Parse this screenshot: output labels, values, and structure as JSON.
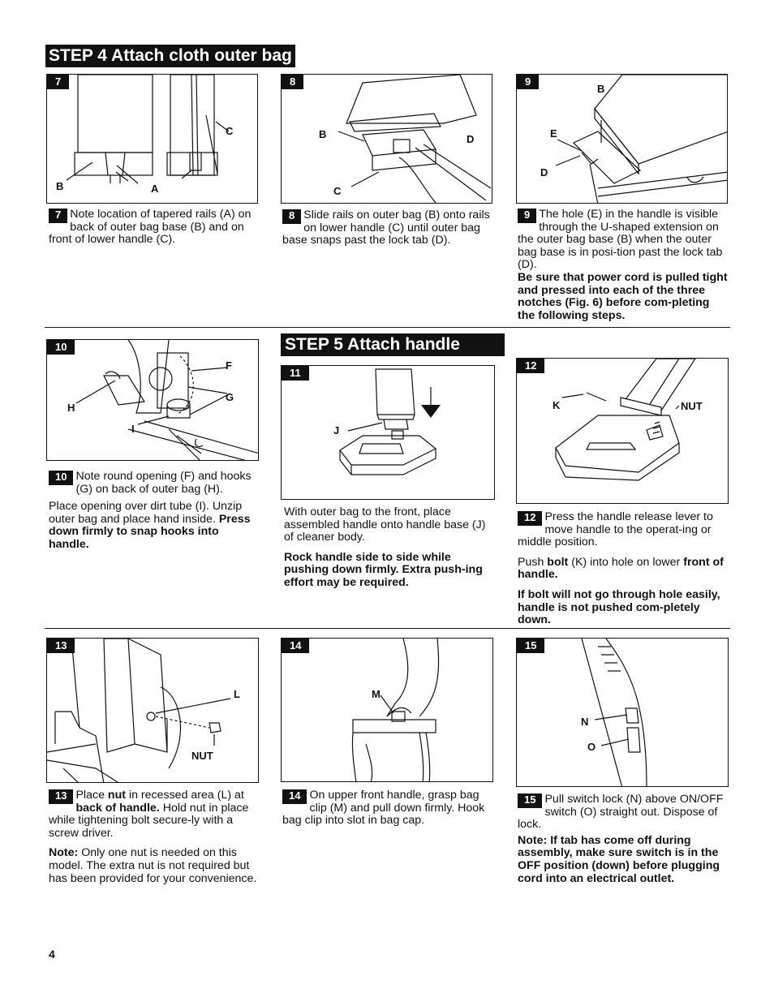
{
  "headings": {
    "step4": "STEP 4 Attach cloth outer bag",
    "step5": "STEP 5 Attach handle"
  },
  "figures": {
    "f7": {
      "num": "7",
      "labels": [
        "C",
        "B",
        "A"
      ]
    },
    "f8": {
      "num": "8",
      "labels": [
        "B",
        "D",
        "C"
      ]
    },
    "f9": {
      "num": "9",
      "labels": [
        "B",
        "E",
        "D"
      ]
    },
    "f10": {
      "num": "10",
      "labels": [
        "F",
        "G",
        "H",
        "I"
      ]
    },
    "f11": {
      "num": "11",
      "labels": [
        "J"
      ]
    },
    "f12": {
      "num": "12",
      "labels": [
        "K",
        "NUT"
      ]
    },
    "f13": {
      "num": "13",
      "labels": [
        "L",
        "NUT"
      ]
    },
    "f14": {
      "num": "14",
      "labels": [
        "M"
      ]
    },
    "f15": {
      "num": "15",
      "labels": [
        "N",
        "O"
      ]
    }
  },
  "captions": {
    "c7": {
      "num": "7",
      "text": "Note location of tapered rails (A) on back of outer bag base (B) and on front of lower handle (C)."
    },
    "c8": {
      "num": "8",
      "text": "Slide rails on outer bag (B) onto rails on lower handle (C) until outer bag base snaps past the lock tab (D)."
    },
    "c9": {
      "num": "9",
      "text": "The hole (E) in the handle is visible through the U-shaped extension on the outer bag base (B) when the outer bag base is in posi-tion past the lock tab (D).",
      "bold": "Be sure that power cord is pulled tight and pressed into each of the three notches (Fig. 6) before com-pleting the following steps."
    },
    "c10": {
      "num": "10",
      "text": "Note round opening (F) and hooks (G) on back of outer bag (H).",
      "p2": "Place opening over dirt tube (I). Unzip outer bag and place hand inside.",
      "p2_bold": "Press down firmly to snap hooks into handle."
    },
    "c11": {
      "p1": "With outer bag to the front, place assembled handle onto handle base (J) of cleaner body.",
      "bold": "Rock handle side to side while pushing down firmly. Extra push-ing effort may be required."
    },
    "c12": {
      "num": "12",
      "text": "Press the handle release lever to move handle to the operat-ing or middle position.",
      "p2_a": "Push ",
      "p2_b": "bolt",
      "p2_c": " (K) into hole on lower ",
      "p2_d": "front of handle.",
      "bold": "If bolt will not go through hole easily, handle is not pushed com-pletely down."
    },
    "c13": {
      "num": "13",
      "t1": "Place ",
      "t2": "nut",
      "t3": " in recessed area (L) at ",
      "t4": "back of handle.",
      "t5": " Hold nut in place while tightening bolt secure-ly with a screw driver.",
      "note_label": "Note:",
      "note": " Only one nut is needed on this model. The extra nut is not required but has been provided for your convenience."
    },
    "c14": {
      "num": "14",
      "text": "On upper front handle, grasp bag clip (M) and pull down firmly. Hook bag clip into slot in bag cap."
    },
    "c15": {
      "num": "15",
      "text": "Pull switch lock (N) above ON/OFF switch (O) straight out. Dispose of lock.",
      "bold": "Note: If tab has come off during assembly, make sure switch is in the OFF position (down) before plugging cord into an electrical outlet."
    }
  },
  "page_number": "4"
}
